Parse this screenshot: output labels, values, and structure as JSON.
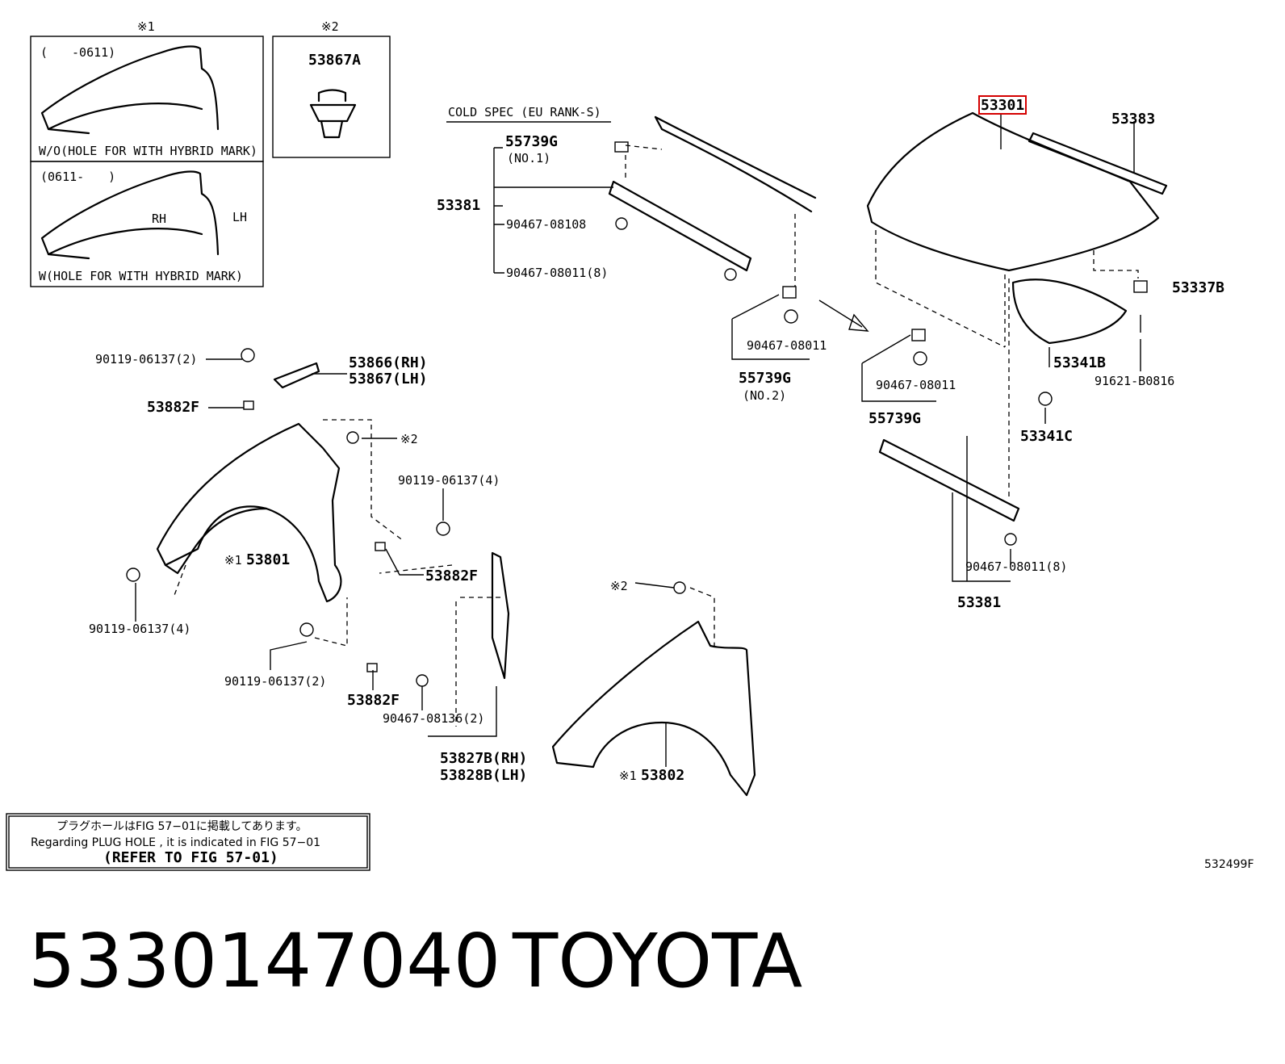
{
  "inset_boxes": {
    "mark1": "※1",
    "mark2": "※2",
    "box1_top_label": "(　　-0611)",
    "box1_caption": "W/O(HOLE FOR WITH HYBRID MARK)",
    "box2_top_label": "(0611-　　)",
    "box2_rh": "RH",
    "box2_lh": "LH",
    "box2_caption": "W(HOLE FOR WITH HYBRID MARK)",
    "box3_part": "53867A"
  },
  "cold_spec": "COLD SPEC (EU RANK-S)",
  "labels": {
    "p55739G_no1": "55739G",
    "no1": "(NO.1)",
    "p53381_left": "53381",
    "p90467_08108": "90467-08108",
    "p90467_08011_8_top": "90467-08011(8)",
    "p90467_08011_a": "90467-08011",
    "p55739G_no2": "55739G",
    "no2": "(NO.2)",
    "p53301": "53301",
    "p53383": "53383",
    "p53337B": "53337B",
    "p53341B": "53341B",
    "p91621": "91621-B0816",
    "p90467_08011_b": "90467-08011",
    "p55739G_b": "55739G",
    "p53341C": "53341C",
    "p90467_08011_8_bottom": "90467-08011(8)",
    "p53381_right": "53381",
    "p90119_2_top": "90119-06137(2)",
    "p53866": "53866(RH)",
    "p53867": "53867(LH)",
    "p53882F_a": "53882F",
    "mark2_clip": "※2",
    "p90119_4_right": "90119-06137(4)",
    "p53801": "53801",
    "mark1_a": "※1",
    "p53882F_b": "53882F",
    "p90119_4_left": "90119-06137(4)",
    "p90119_2_bottom": "90119-06137(2)",
    "p53882F_c": "53882F",
    "p90467_08136": "90467-08136(2)",
    "p53827B": "53827B(RH)",
    "p53828B": "53828B(LH)",
    "mark2_b": "※2",
    "mark1_b": "※1",
    "p53802": "53802"
  },
  "note": {
    "line1": "プラグホールはFIG 57−01に掲載してあります。",
    "line2": "Regarding  PLUG  HOLE , it is indicated in FIG  57−01",
    "line3": "(REFER TO FIG 57-01)"
  },
  "figure_code": "532499F",
  "footer": {
    "part_number": "5330147040",
    "brand": "TOYOTA"
  },
  "colors": {
    "highlight": "#d40000",
    "ink": "#000000",
    "background": "#ffffff"
  }
}
